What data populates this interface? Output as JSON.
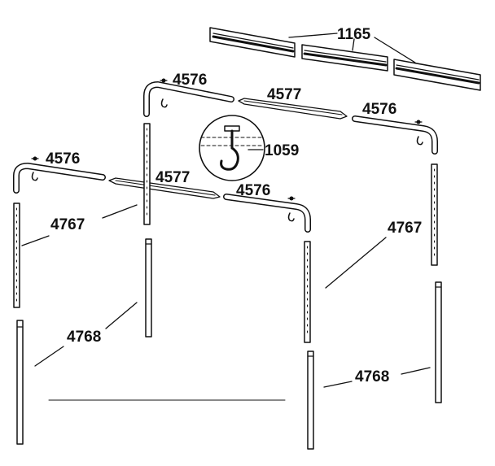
{
  "labels": {
    "top_rail": "1165",
    "corner_top": "4576",
    "ridge_top": "4577",
    "corner_right_top": "4576",
    "hook": "1059",
    "corner_left": "4576",
    "ridge_front": "4577",
    "corner_front_right": "4576",
    "post_left_upper": "4767",
    "post_right_upper": "4767",
    "post_left_lower": "4768",
    "post_right_lower": "4768"
  }
}
